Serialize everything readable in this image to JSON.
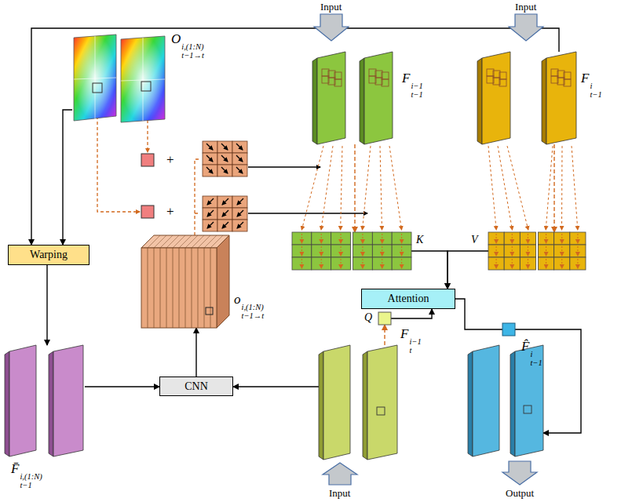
{
  "diagram": {
    "nodes": [
      {
        "text": [
          "O",
          "i,(1:N)",
          "t−1→t"
        ]
      },
      {
        "text": [
          "F",
          "i−1",
          "t−1"
        ]
      },
      {
        "text": [
          "F",
          "i",
          "t−1"
        ]
      },
      {
        "text": [
          "Warping"
        ]
      },
      {
        "text": [
          "o",
          "i,(1:N)",
          "t−1→t"
        ]
      },
      {
        "text": [
          "K"
        ]
      },
      {
        "text": [
          "V"
        ]
      },
      {
        "text": [
          "Attention"
        ]
      },
      {
        "text": [
          "F̄",
          "i,(1:N)",
          "t−1"
        ]
      },
      {
        "text": [
          "CNN"
        ]
      },
      {
        "text": [
          "F",
          "i−1",
          "t"
        ]
      },
      {
        "text": [
          "Q"
        ]
      },
      {
        "text": [
          "F̂",
          "i",
          "t−1"
        ]
      }
    ],
    "edges": [
      {
        "from": 0,
        "to": 3,
        "arrow": "to"
      },
      {
        "from": 2,
        "to": 3,
        "arrow": "to"
      },
      {
        "from": 3,
        "to": 8,
        "arrow": "to"
      },
      {
        "from": 8,
        "to": 9,
        "arrow": "to"
      },
      {
        "from": 10,
        "to": 9,
        "arrow": "to"
      },
      {
        "from": 9,
        "to": 4,
        "arrow": "to"
      },
      {
        "from": 1,
        "to": 5,
        "arrow": "to"
      },
      {
        "from": 2,
        "to": 6,
        "arrow": "to"
      },
      {
        "from": 5,
        "to": 7,
        "arrow": "to"
      },
      {
        "from": 6,
        "to": 7,
        "arrow": "to"
      },
      {
        "from": 10,
        "to": 11,
        "arrow": "to"
      },
      {
        "from": 11,
        "to": 7,
        "arrow": "to"
      },
      {
        "from": 7,
        "to": 12,
        "arrow": "to"
      }
    ],
    "labels": [
      "Input",
      "Input",
      "Input",
      "Output",
      "+",
      "+"
    ]
  }
}
